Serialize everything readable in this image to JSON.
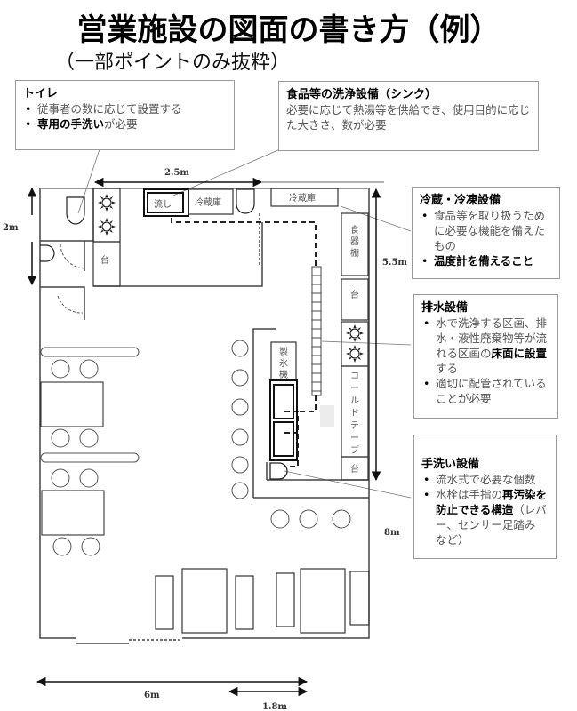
{
  "header": {
    "title": "営業施設の図面の書き方（例）",
    "subtitle": "（一部ポイントのみ抜粋）"
  },
  "callouts": {
    "toilet": {
      "heading": "トイレ",
      "items": [
        {
          "pre": "従事者の数に応じて設置する",
          "bold": "",
          "post": ""
        },
        {
          "pre": "",
          "bold": "専用の手洗い",
          "post": "が必要"
        }
      ]
    },
    "sink": {
      "heading": "食品等の洗浄設備（シンク）",
      "body": "必要に応じて熱湯等を供給でき、使用目的に応じた大きさ、数が必要"
    },
    "refrigeration": {
      "heading": "冷蔵・冷凍設備",
      "items": [
        {
          "pre": "食品等を取り扱うために必要な機能を備えたもの",
          "bold": "",
          "post": ""
        },
        {
          "pre": "",
          "bold": "温度計を備えること",
          "post": ""
        }
      ]
    },
    "drainage": {
      "heading": "排水設備",
      "items": [
        {
          "pre": "水で洗浄する区画、排水・液性廃棄物等が流れる区画の",
          "bold": "床面に設置",
          "post": "する"
        },
        {
          "pre": "適切に配管されていることが必要",
          "bold": "",
          "post": ""
        }
      ]
    },
    "handwash": {
      "heading": "手洗い設備",
      "items": [
        {
          "pre": "流水式で必要な個数",
          "bold": "",
          "post": ""
        },
        {
          "pre": "水栓は手指の",
          "bold": "再汚染を防止できる構造",
          "post": "（レバー、センサー足踏み　など）"
        }
      ]
    }
  },
  "floor_plan": {
    "labels": {
      "sink": "流し",
      "fridge_1": "冷蔵庫",
      "fridge_2": "冷蔵庫",
      "dish_shelf": "食器棚",
      "counter_1": "台",
      "counter_2": "台",
      "counter_3": "台",
      "ice_machine": "製氷機",
      "cold_table": "コールドテーブル"
    },
    "dimensions": {
      "top_width": "2.5m",
      "left_height": "2m",
      "right_height": "5.5m",
      "total_height": "8m",
      "bottom_width": "6m",
      "bottom_counter": "1.8m"
    }
  }
}
